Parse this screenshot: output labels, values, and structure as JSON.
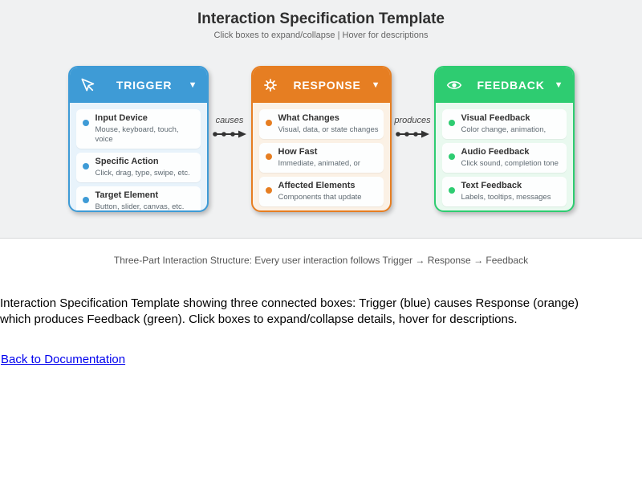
{
  "page": {
    "title": "Interaction Specification Template",
    "subtitle": "Click boxes to expand/collapse | Hover for descriptions",
    "caption": "Three-Part Interaction Structure: Every user interaction follows Trigger → Response → Feedback",
    "description": "Interaction Specification Template showing three connected boxes: Trigger (blue) causes Response (orange) which produces Feedback (green). Click boxes to expand/collapse details, hover for descriptions.",
    "back_link": "Back to Documentation"
  },
  "diagram": {
    "boxes": [
      {
        "id": "trigger",
        "title": "TRIGGER",
        "icon": "cursor-icon",
        "collapse_glyph": "▼",
        "colors": {
          "header": "#3e9bd6",
          "body": "#e8f3fb",
          "bullet": "#3e9bd6"
        },
        "items": [
          {
            "title": "Input Device",
            "subtitle": "Mouse, keyboard, touch, voice"
          },
          {
            "title": "Specific Action",
            "subtitle": "Click, drag, type, swipe, etc."
          },
          {
            "title": "Target Element",
            "subtitle": "Button, slider, canvas, etc."
          }
        ]
      },
      {
        "id": "response",
        "title": "RESPONSE",
        "icon": "gear-icon",
        "collapse_glyph": "▼",
        "colors": {
          "header": "#e67e22",
          "body": "#fbf1e5",
          "bullet": "#e67e22"
        },
        "items": [
          {
            "title": "What Changes",
            "subtitle": "Visual, data, or state changes"
          },
          {
            "title": "How Fast",
            "subtitle": "Immediate, animated, or"
          },
          {
            "title": "Affected Elements",
            "subtitle": "Components that update"
          }
        ]
      },
      {
        "id": "feedback",
        "title": "FEEDBACK",
        "icon": "eye-icon",
        "collapse_glyph": "▼",
        "colors": {
          "header": "#2ecc71",
          "body": "#e9f9ef",
          "bullet": "#2ecc71"
        },
        "items": [
          {
            "title": "Visual Feedback",
            "subtitle": "Color change, animation,"
          },
          {
            "title": "Audio Feedback",
            "subtitle": "Click sound, completion tone"
          },
          {
            "title": "Text Feedback",
            "subtitle": "Labels, tooltips, messages"
          }
        ]
      }
    ],
    "connectors": [
      {
        "label": "causes"
      },
      {
        "label": "produces"
      }
    ],
    "arrow_color": "#333333"
  }
}
